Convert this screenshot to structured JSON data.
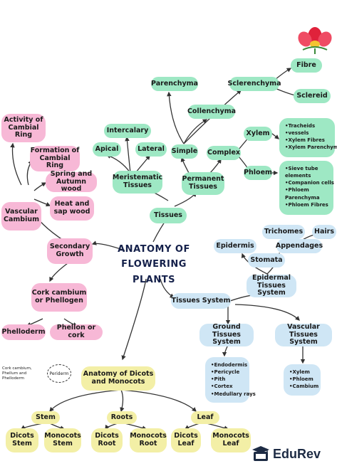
{
  "title": {
    "line1": "ANATOMY OF",
    "line2": "FLOWERING PLANTS"
  },
  "tissues_branch": {
    "tissues": "Tissues",
    "meristematic": "Meristematic Tissues",
    "apical": "Apical",
    "intercalary": "Intercalary",
    "lateral": "Lateral",
    "permanent": "Permanent Tissues",
    "simple": "Simple",
    "parenchyma": "Parenchyma",
    "collenchyma": "Collenchyma",
    "sclerenchyma": "Sclerenchyma",
    "fibre": "Fibre",
    "sclereid": "Sclereid",
    "complex": "Complex",
    "xylem": "Xylem",
    "xylem_items": [
      "•Tracheids",
      "•vessels",
      "•Xylem Fibres",
      "•Xylem Parenchyma"
    ],
    "phloem": "Phloem",
    "phloem_items": [
      "•Sieve tube",
      "elements",
      "•Companion cells",
      "•Phloem",
      "Parenchyma",
      "•Phloem Fibres"
    ]
  },
  "secondary_branch": {
    "secondary_growth": "Secondary Growth",
    "vascular_cambium": "Vascular Cambium",
    "activity": "Activity of Cambial Ring",
    "formation": "Formation of Cambial Ring",
    "spring": "Spring and Autumn wood",
    "heat": "Heat and sap wood",
    "cork": "Cork cambium or Phellogen",
    "phelloderm": "Phelloderm",
    "phellon": "Phellon or cork",
    "periderm_note": "Cork cambium, Phellum and Phelloderm",
    "periderm": "Periderm"
  },
  "tissue_system_branch": {
    "tissues_system": "Tissues System",
    "epidermal": "Epidermal Tissues System",
    "epidermis": "Epidermis",
    "stomata": "Stomata",
    "appendages": "Appendages",
    "trichomes": "Trichomes",
    "hairs": "Hairs",
    "ground": "Ground Tissues System",
    "ground_items": [
      "•Endodermis",
      "•Pericycle",
      "•Pith",
      "•Cortex",
      "•Medullary rays"
    ],
    "vascular": "Vascular Tissues System",
    "vascular_items": [
      "•Xylem",
      "•Phloem",
      "•Cambium"
    ]
  },
  "dicot_branch": {
    "main": "Anatomy of Dicots and Monocots",
    "stem": "Stem",
    "roots": "Roots",
    "leaf": "Leaf",
    "dicots_stem": "Dicots Stem",
    "monocots_stem": "Monocots Stem",
    "dicots_root": "Dicots Root",
    "monocots_root": "Monocots Root",
    "dicots_leaf": "Dicots Leaf",
    "monocots_leaf": "Monocots Leaf"
  },
  "brand": {
    "name": "EduRev"
  },
  "colors": {
    "green": "#9ee8c4",
    "pink": "#f7b8d6",
    "blue": "#cfe6f5",
    "yellow": "#f3efa6",
    "line": "#333333"
  }
}
